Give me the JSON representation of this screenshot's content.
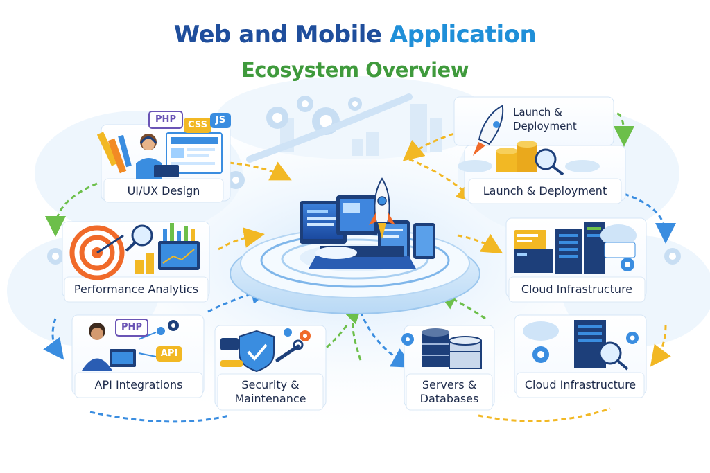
{
  "title": {
    "line1_main": "Web and Mobile",
    "line1_accent": "Application",
    "line2": "Ecosystem Overview"
  },
  "nodes": {
    "ui_ux": {
      "label": "UI/UX Design",
      "badges": [
        "PHP",
        "CSS",
        "JS"
      ]
    },
    "launch_small": {
      "label": "Launch &\nDeployment"
    },
    "launch": {
      "label": "Launch & Deployment"
    },
    "performance": {
      "label": "Performance Analytics"
    },
    "cloud_top": {
      "label": "Cloud Infrastructure"
    },
    "api": {
      "label": "API Integrations",
      "badges": [
        "PHP",
        "API"
      ]
    },
    "security": {
      "label": "Security &\nMaintenance"
    },
    "servers": {
      "label": "Servers &\nDatabases"
    },
    "cloud_bottom": {
      "label": "Cloud Infrastructure"
    }
  },
  "colors": {
    "title_blue": "#1f4e9c",
    "accent_blue": "#1f8fd8",
    "title_green": "#3f9a3c",
    "arrow_yellow": "#f2b824",
    "arrow_green": "#6cbf4a",
    "arrow_blue": "#3a8de0",
    "rocket_orange": "#f06a2a"
  }
}
